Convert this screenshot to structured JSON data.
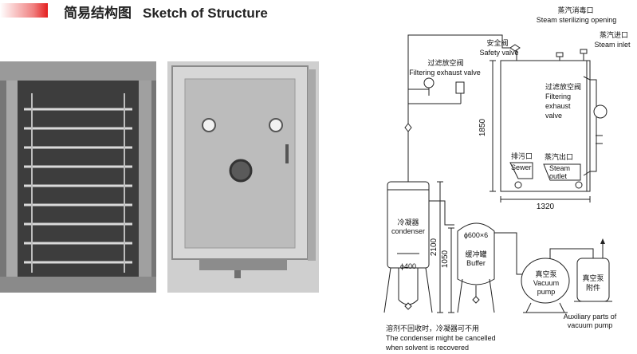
{
  "header": {
    "title_cn": "简易结构图",
    "title_en": "Sketch of Structure",
    "accent_color": "#e41e1e"
  },
  "diagram": {
    "steam_sterilizing": {
      "cn": "蒸汽消毒口",
      "en": "Steam sterilizing opening"
    },
    "safety_valve": {
      "cn": "安全阀",
      "en": "Safety valve"
    },
    "steam_inlet": {
      "cn": "蒸汽进口",
      "en": "Steam inlet"
    },
    "filter_valve_left": {
      "cn": "过滤放空阀",
      "en": "Filtering exhaust valve"
    },
    "filter_valve_right": {
      "cn": "过滤放空阀",
      "en1": "Filtering",
      "en2": "exhaust",
      "en3": "valve"
    },
    "height_dim": "1850",
    "sewer": {
      "cn": "排污口",
      "en": "Sewer"
    },
    "steam_outlet": {
      "cn": "蒸汽出口",
      "en1": "Steam",
      "en2": "outlet"
    },
    "width_dim": "1320",
    "condenser": {
      "cn": "冷凝器",
      "en": "condenser",
      "dia": "ϕ400",
      "height": "2100"
    },
    "buffer": {
      "cn": "缓冲罐",
      "en": "Buffer",
      "dia": "ϕ600×6",
      "height": "1050"
    },
    "vacuum_pump": {
      "cn": "真空泵",
      "en1": "Vacuum",
      "en2": "pump"
    },
    "aux_unit": {
      "cn1": "真空泵",
      "cn2": "附件"
    },
    "aux_caption": {
      "en1": "Auxiliary parts of",
      "en2": "vacuum pump"
    },
    "note": {
      "cn": "溶剂不回收时，冷凝器可不用",
      "en1": "The condenser might be cancelled",
      "en2": "when solvent is recovered"
    }
  }
}
